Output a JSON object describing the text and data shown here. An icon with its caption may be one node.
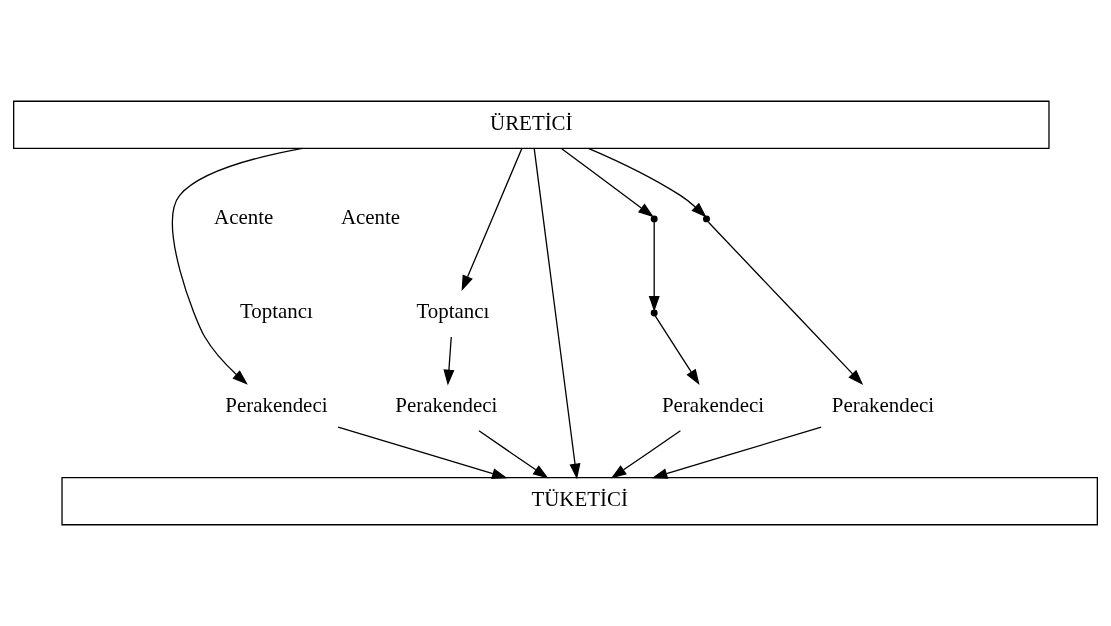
{
  "diagram": {
    "nodes": [
      {
        "text": [
          "ÜRETİCİ"
        ]
      },
      {
        "text": [
          "Acente"
        ]
      },
      {
        "text": [
          "Acente"
        ]
      },
      {
        "text": [
          "Toptancı"
        ]
      },
      {
        "text": [
          "Toptancı"
        ]
      },
      {
        "text": [
          "Perakendeci"
        ]
      },
      {
        "text": [
          "Perakendeci"
        ]
      },
      {
        "text": [
          "Perakendeci"
        ]
      },
      {
        "text": [
          "Perakendeci"
        ]
      },
      {
        "text": [
          "TÜKETİCİ"
        ]
      },
      {
        "text": [],
        "shape": "blank"
      },
      {
        "text": [],
        "shape": "blank"
      },
      {
        "text": [],
        "shape": "blank"
      }
    ],
    "edges": [
      {
        "from": 0,
        "to": 9,
        "arrow": "to"
      },
      {
        "from": 0,
        "to": 5,
        "arrow": "to"
      },
      {
        "from": 0,
        "to": 4,
        "arrow": "to"
      },
      {
        "from": 4,
        "to": 6,
        "arrow": "to"
      },
      {
        "from": 0,
        "to": 10,
        "arrow": "to"
      },
      {
        "from": 10,
        "to": 11,
        "arrow": "to"
      },
      {
        "from": 11,
        "to": 7,
        "arrow": "to"
      },
      {
        "from": 0,
        "to": 12,
        "arrow": "to"
      },
      {
        "from": 12,
        "to": 8,
        "arrow": "to"
      },
      {
        "from": 5,
        "to": 9,
        "arrow": "to"
      },
      {
        "from": 6,
        "to": 9,
        "arrow": "to"
      },
      {
        "from": 7,
        "to": 9,
        "arrow": "to"
      },
      {
        "from": 8,
        "to": 9,
        "arrow": "to"
      }
    ]
  }
}
